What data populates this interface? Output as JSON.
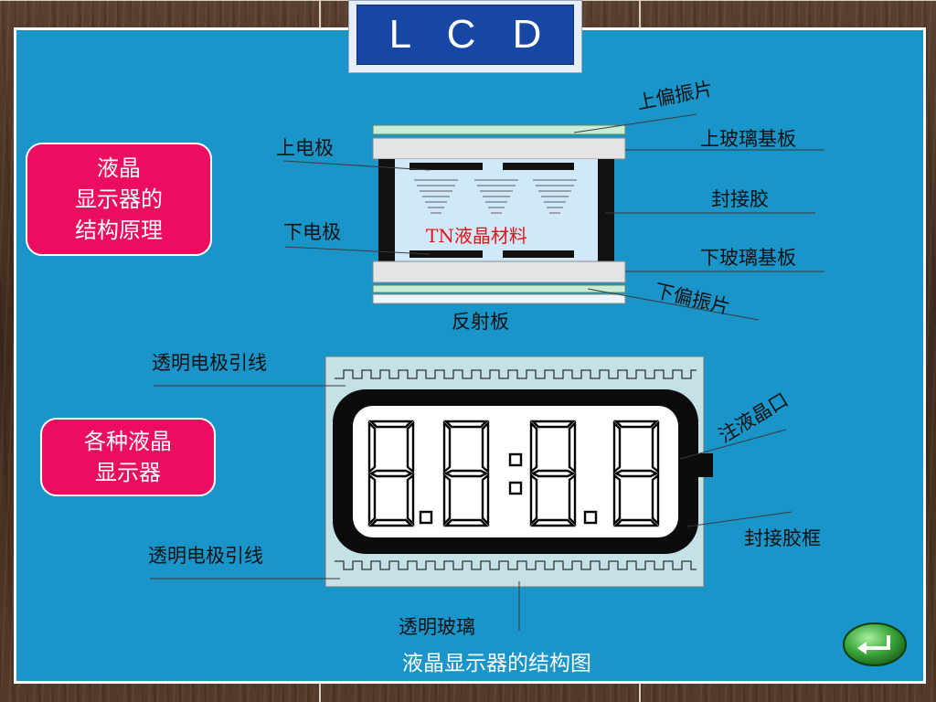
{
  "title": "L C D",
  "buttons": {
    "structure": [
      "液晶",
      "显示器的",
      "结构原理"
    ],
    "types": [
      "各种液晶",
      "显示器"
    ]
  },
  "top_diagram": {
    "labels": {
      "upper_polarizer": "上偏振片",
      "upper_glass": "上玻璃基板",
      "upper_electrode": "上电极",
      "sealant": "封接胶",
      "lower_electrode": "下电极",
      "liquid_crystal": "TN液晶材料",
      "lower_glass": "下玻璃基板",
      "lower_polarizer": "下偏振片",
      "reflector": "反射板"
    }
  },
  "bottom_diagram": {
    "labels": {
      "lead_top": "透明电极引线",
      "fill_port": "注液晶口",
      "sealant_frame": "封接胶框",
      "lead_bottom": "透明电极引线",
      "glass": "透明玻璃"
    },
    "display_digits": "8.8:8.8"
  },
  "caption": "液晶显示器的结构图",
  "colors": {
    "panel": "#1995c9",
    "title_bg": "#1746a3",
    "button_pink": "#ec0c60",
    "lc_label": "#e81010",
    "back_button": "#3aa63a"
  },
  "back_button_icon": "return-arrow-icon"
}
